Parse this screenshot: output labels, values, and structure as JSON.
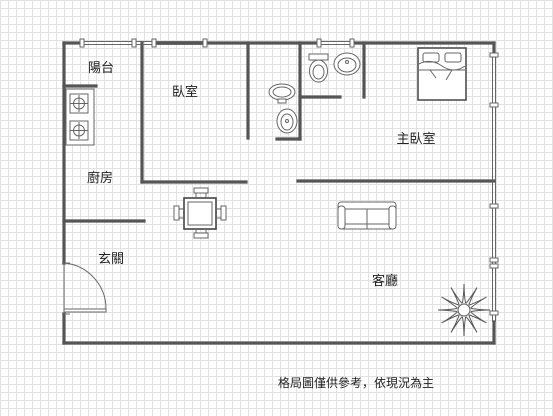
{
  "rooms": {
    "balcony": "陽台",
    "bedroom": "臥室",
    "master_bedroom": "主臥室",
    "kitchen": "廚房",
    "entrance": "玄關",
    "living_room": "客廳"
  },
  "note": "格局圖僅供參考，依現況為主",
  "colors": {
    "wall": "#555555",
    "grid": "#e2e2e2"
  }
}
